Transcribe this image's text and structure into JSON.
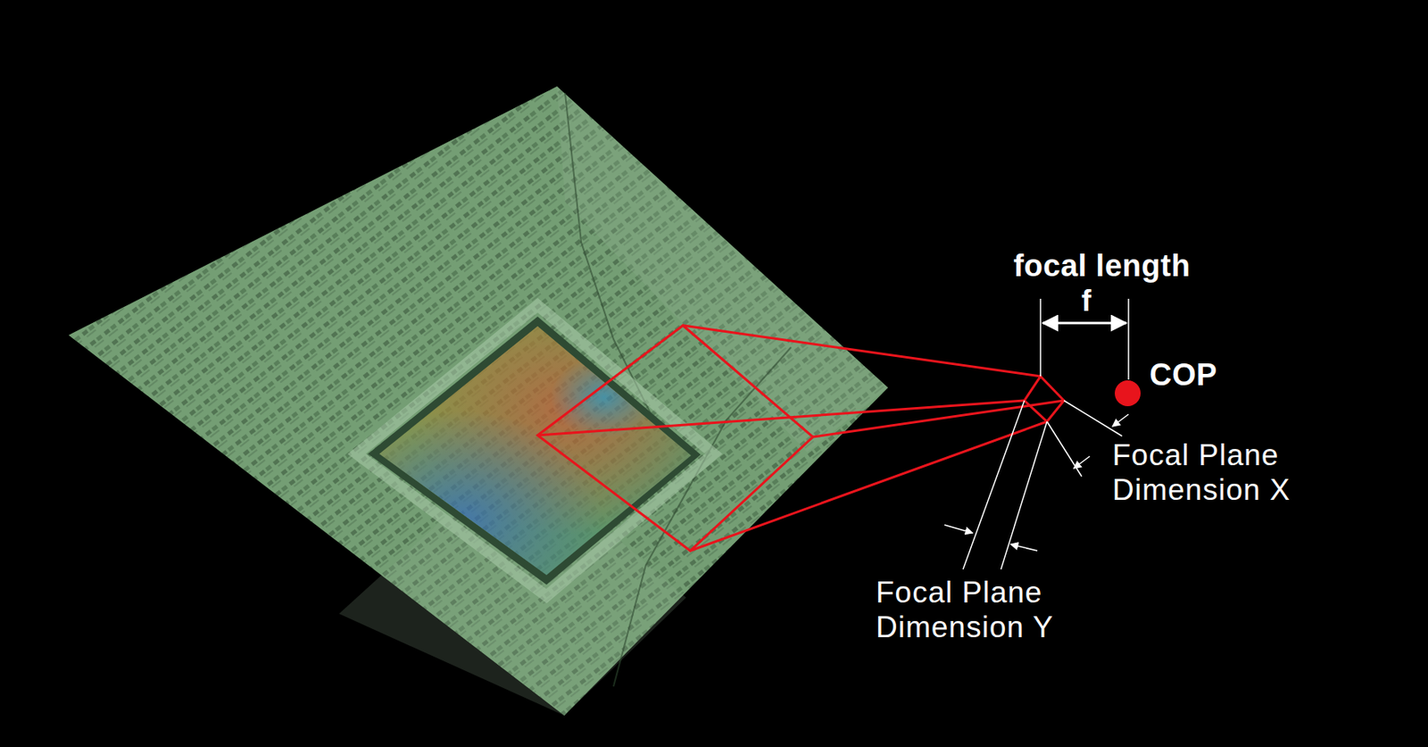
{
  "diagram": {
    "labels": [
      "focal length",
      "f",
      "COP",
      "Focal Plane Dimension X",
      "Focal Plane Dimension Y"
    ]
  }
}
